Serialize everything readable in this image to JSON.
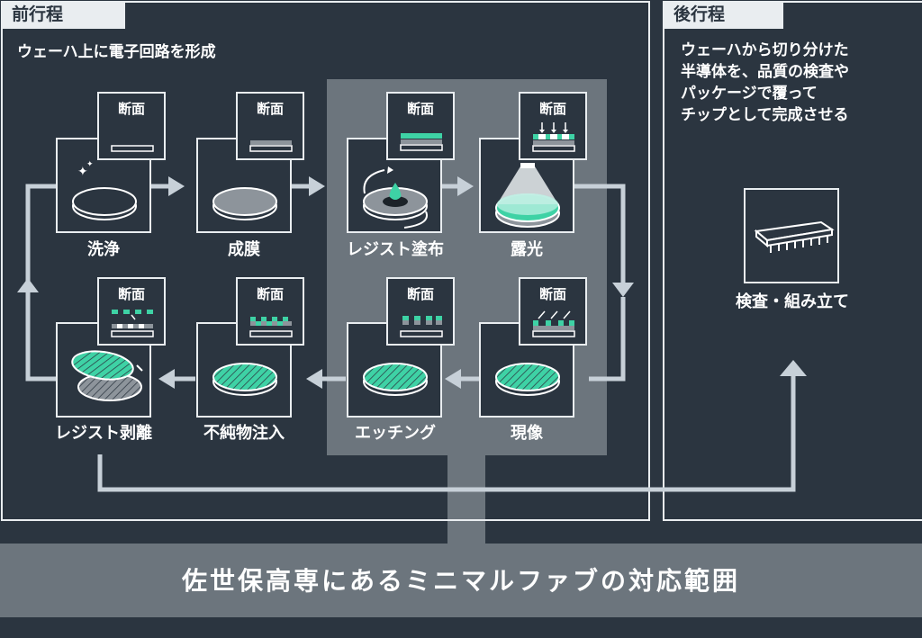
{
  "front_process": {
    "tab": "前行程",
    "description": "ウェーハ上に電子回路を形成"
  },
  "back_process": {
    "tab": "後行程",
    "description_lines": [
      "ウェーハから切り分けた",
      "半導体を、品質の検査や",
      "パッケージで覆って",
      "チップとして完成させる"
    ],
    "step_label": "検査・組み立て"
  },
  "cross_section_label": "断面",
  "steps": [
    {
      "label": "洗浄"
    },
    {
      "label": "成膜"
    },
    {
      "label": "レジスト塗布"
    },
    {
      "label": "露光"
    },
    {
      "label": "現像"
    },
    {
      "label": "エッチング"
    },
    {
      "label": "不純物注入"
    },
    {
      "label": "レジスト剥離"
    }
  ],
  "minimal_fab_caption": "佐世保高専にあるミニマルファブの対応範囲",
  "colors": {
    "background": "#2b3540",
    "highlight": "#6c757d",
    "line": "#c7d0d8",
    "accent": "#3ed2a5",
    "frame": "#e9edf0"
  }
}
